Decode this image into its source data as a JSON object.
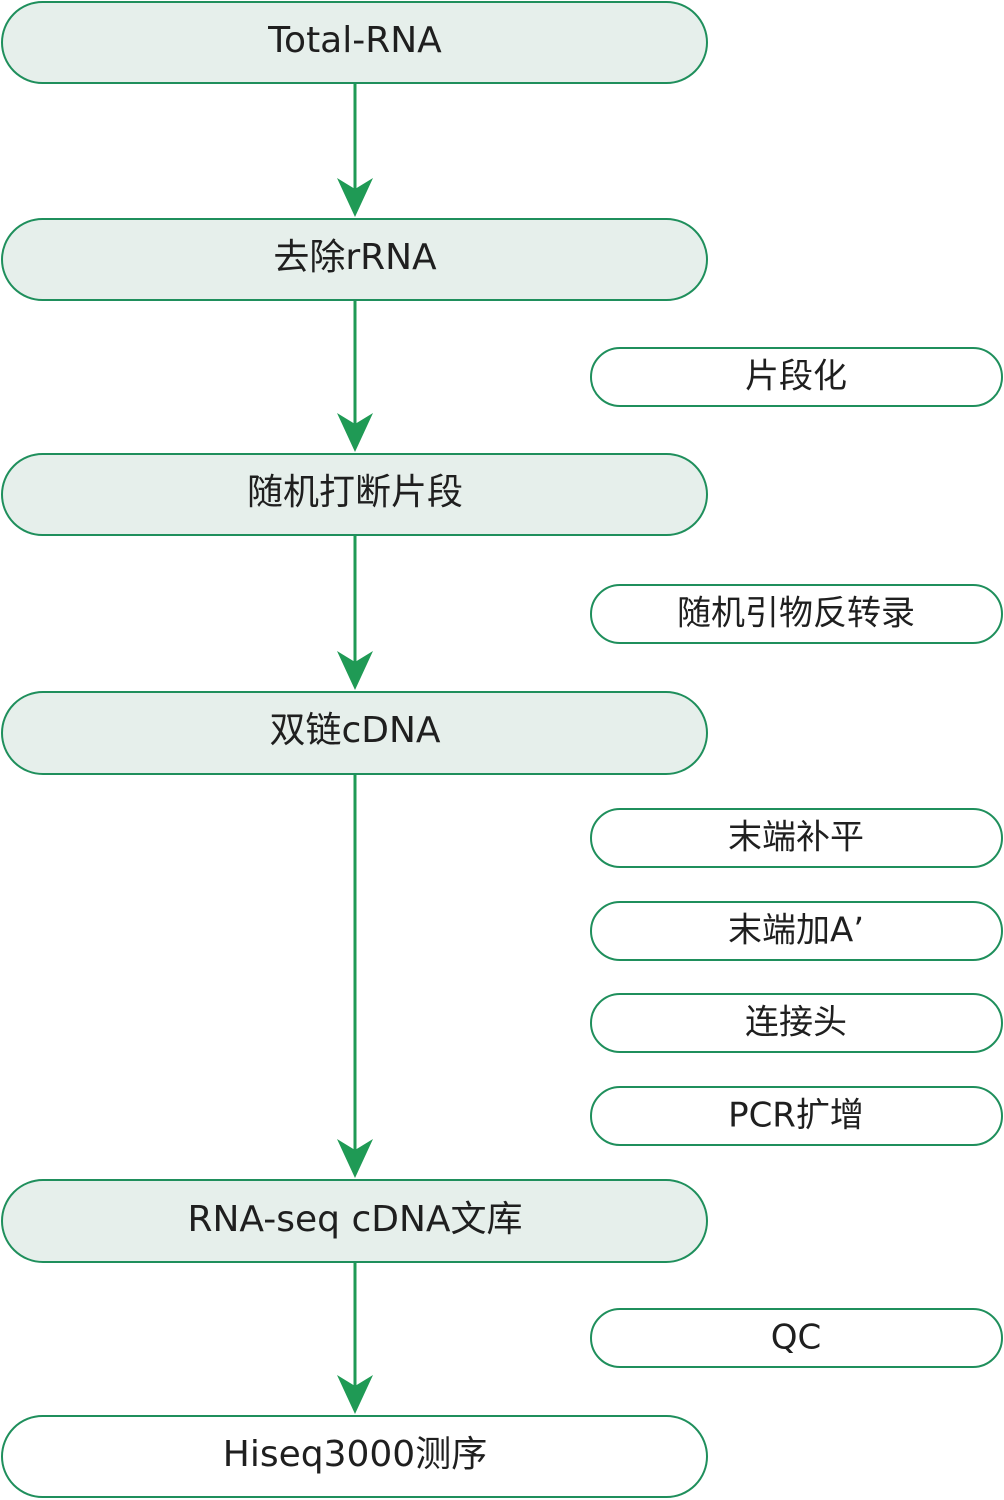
{
  "colors": {
    "main_fill": "#e6efeb",
    "side_fill": "#ffffff",
    "final_fill": "#ffffff",
    "border": "#1f8f5c",
    "arrow": "#1f9a55",
    "text": "#1f1f1f"
  },
  "main_steps": [
    {
      "id": "total-rna",
      "label": "Total-RNA"
    },
    {
      "id": "remove-rrna",
      "label": "去除rRNA"
    },
    {
      "id": "random-fragment",
      "label": "随机打断片段"
    },
    {
      "id": "ds-cdna",
      "label": "双链cDNA"
    },
    {
      "id": "cdna-library",
      "label": "RNA-seq cDNA文库"
    },
    {
      "id": "sequencing",
      "label": "Hiseq3000测序"
    }
  ],
  "side_steps": [
    {
      "id": "fragmentation",
      "label": "片段化"
    },
    {
      "id": "random-primer-rt",
      "label": "随机引物反转录"
    },
    {
      "id": "end-repair",
      "label": "末端补平"
    },
    {
      "id": "a-tailing",
      "label": "末端加A’"
    },
    {
      "id": "adapter-ligation",
      "label": "连接头"
    },
    {
      "id": "pcr-amplification",
      "label": "PCR扩增"
    },
    {
      "id": "qc",
      "label": "QC"
    }
  ]
}
